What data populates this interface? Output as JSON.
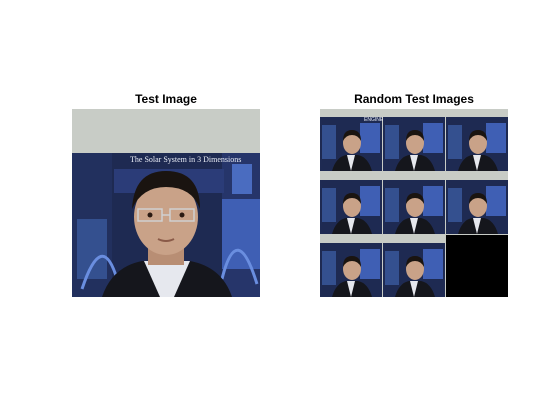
{
  "figure": {
    "background": "#ffffff"
  },
  "axes_left": {
    "title": "Test Image",
    "image_text": "The Solar System in 3 Dimensions"
  },
  "axes_right": {
    "title": "Random Test Images",
    "tiles": [
      {
        "name": "face-tile-1",
        "poster_text": "ENGINEERING"
      },
      {
        "name": "face-tile-2",
        "poster_text": ""
      },
      {
        "name": "face-tile-3",
        "poster_text": ""
      },
      {
        "name": "face-tile-4",
        "poster_text": ""
      },
      {
        "name": "face-tile-5",
        "poster_text": ""
      },
      {
        "name": "face-tile-6",
        "poster_text": ""
      },
      {
        "name": "face-tile-7",
        "poster_text": ""
      },
      {
        "name": "face-tile-8",
        "poster_text": ""
      }
    ],
    "empty_tile_color": "#000000"
  },
  "colors": {
    "wall": "#c8ccc6",
    "poster_dark": "#1e2a52",
    "poster_blue": "#3f5fb4",
    "skin": "#c9a288",
    "hair": "#1a1410",
    "jacket": "#15161c",
    "shirt": "#e6e8ee"
  }
}
